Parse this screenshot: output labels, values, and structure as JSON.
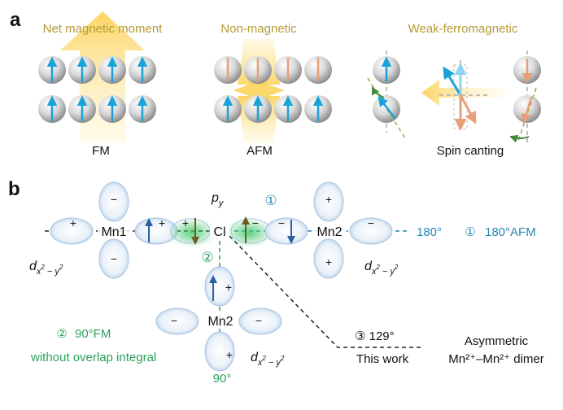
{
  "panel_a": {
    "letter": "a",
    "columns": [
      {
        "title": "Net magnetic moment",
        "label": "FM"
      },
      {
        "title": "Non-magnetic",
        "label": "AFM"
      },
      {
        "title": "Weak-ferromagnetic",
        "label": "Spin canting"
      }
    ]
  },
  "panel_b": {
    "letter": "b",
    "atoms": {
      "mn1": "Mn1",
      "cl": "Cl",
      "mn2_right": "Mn2",
      "mn2_bottom": "Mn2"
    },
    "orbital_py": {
      "base": "p",
      "sub": "y"
    },
    "orbital_dx2y2": {
      "base": "d",
      "sub1": "x",
      "sup1": "2",
      "mid": " − y",
      "sup2": "2"
    },
    "signs": {
      "plus": "+",
      "minus": "−"
    },
    "paths": {
      "path1": {
        "marker": "①",
        "angle": "180°",
        "legend": "180°AFM"
      },
      "path2": {
        "marker": "②",
        "angle": "90°",
        "legend": "90°FM",
        "note": "without overlap integral"
      },
      "path3": {
        "label": "③ 129°",
        "caption": "This work"
      }
    },
    "dimer_label": {
      "line1": "Asymmetric",
      "line2": "Mn²⁺–Mn²⁺ dimer"
    }
  },
  "colors": {
    "title_gold": "#b59a35",
    "blue_text": "#2a86b3",
    "green_text": "#2aa05a",
    "spin_blue": "#1aa3d8",
    "spin_orange": "#e6a078",
    "green_arrow": "#3d8a3a"
  }
}
